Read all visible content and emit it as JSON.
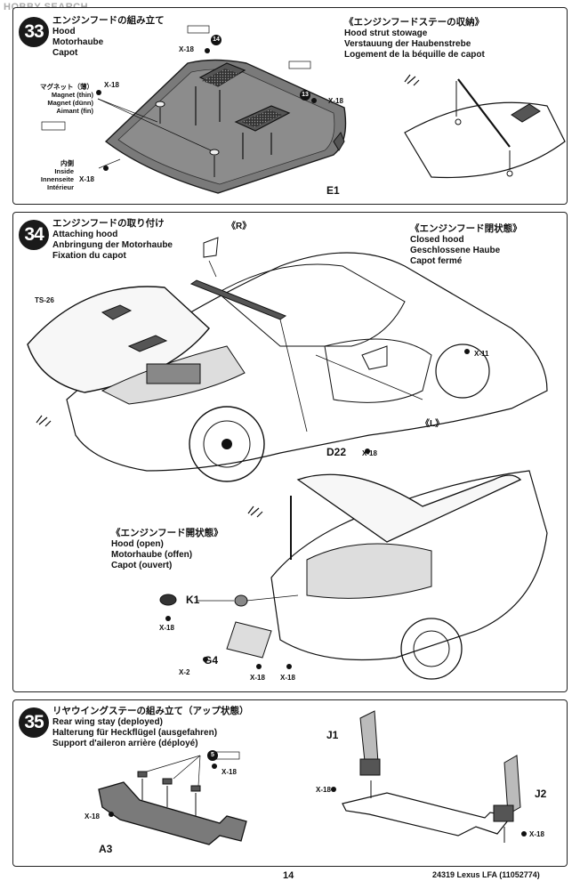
{
  "watermark": "HOBBY SEARCH",
  "steps": [
    {
      "number": "33",
      "title_jp": "エンジンフードの組み立て",
      "title_en": "Hood",
      "title_de": "Motorhaube",
      "title_fr": "Capot",
      "sub_jp": "《エンジンフードステーの収納》",
      "sub_en": "Hood strut stowage",
      "sub_de": "Verstauung der Haubenstrebe",
      "sub_fr": "Logement de la béquille de capot",
      "magnet_jp": "マグネット（薄）",
      "magnet_en": "Magnet (thin)",
      "magnet_de": "Magnet (dünn)",
      "magnet_fr": "Aimant (fin)",
      "inside_jp": "内側",
      "inside_en": "Inside",
      "inside_de": "Innenseite",
      "inside_fr": "Intérieur",
      "part_e1": "E1",
      "callout_14": "14",
      "callout_13": "13",
      "x18": "X-18"
    },
    {
      "number": "34",
      "title_jp": "エンジンフードの取り付け",
      "title_en": "Attaching hood",
      "title_de": "Anbringung der Motorhaube",
      "title_fr": "Fixation du capot",
      "closed_jp": "《エンジンフード閉状態》",
      "closed_en": "Closed hood",
      "closed_de": "Geschlossene Haube",
      "closed_fr": "Capot fermé",
      "open_jp": "《エンジンフード開状態》",
      "open_en": "Hood (open)",
      "open_de": "Motorhaube (offen)",
      "open_fr": "Capot (ouvert)",
      "mark_r": "《R》",
      "mark_l": "《L》",
      "ts26": "TS-26",
      "x11": "X-11",
      "x18": "X-18",
      "x2": "X-2",
      "part_d22": "D22",
      "part_k1": "K1",
      "part_g4": "G4"
    },
    {
      "number": "35",
      "title_jp": "リヤウイングステーの組み立て（アップ状態）",
      "title_en": "Rear wing stay (deployed)",
      "title_de": "Halterung für Heckflügel (ausgefahren)",
      "title_fr": "Support d'aileron arrière (déployé)",
      "callout_5": "5",
      "part_a3": "A3",
      "part_j1": "J1",
      "part_j2": "J2",
      "x18": "X-18"
    }
  ],
  "footer": {
    "page": "14",
    "model": "24319 Lexus LFA (11052774)"
  },
  "colors": {
    "ink": "#1a1a1a",
    "part_fill": "#7a7a7a",
    "light_fill": "#d9d9d9"
  }
}
